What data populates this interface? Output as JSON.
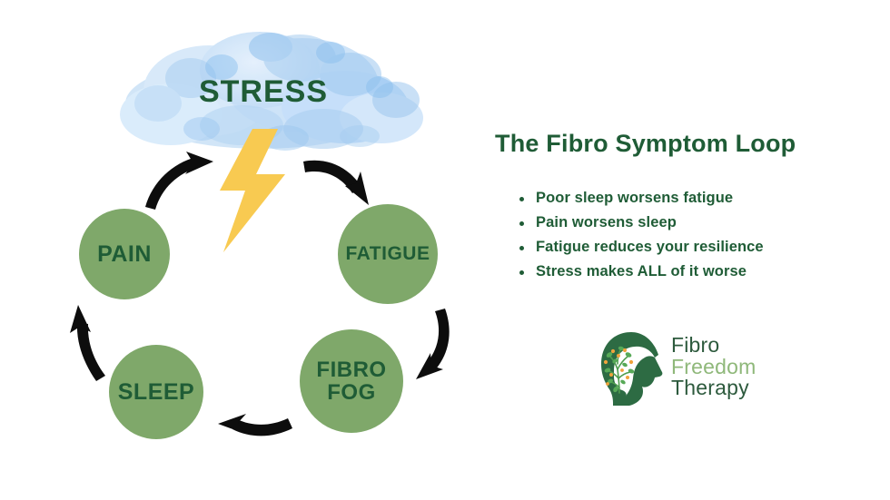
{
  "diagram": {
    "cloud_label": "STRESS",
    "nodes": [
      {
        "id": "pain",
        "label": "PAIN"
      },
      {
        "id": "fatigue",
        "label": "FATIGUE"
      },
      {
        "id": "fibrofog",
        "label": "FIBRO\nFOG"
      },
      {
        "id": "sleep",
        "label": "SLEEP"
      }
    ],
    "arrow_count": 5
  },
  "panel": {
    "title": "The Fibro Symptom Loop",
    "bullets": [
      "Poor sleep worsens fatigue",
      "Pain worsens sleep",
      "Fatigue reduces your resilience",
      "Stress makes ALL of it worse"
    ]
  },
  "logo": {
    "line1": "Fibro",
    "line2": "Freedom",
    "line3": "Therapy"
  },
  "colors": {
    "node_green": "#7fa86a",
    "text_green": "#1f5c36",
    "logo_light_green": "#8fb87a",
    "logo_dark_green": "#2d5a3d",
    "cloud_blue_light": "#cfe4f7",
    "cloud_blue_mid": "#a7cdf0",
    "cloud_blue_deep": "#86bdee",
    "bolt_yellow": "#f9c846",
    "arrow_black": "#0d0d0d",
    "background": "#ffffff"
  }
}
